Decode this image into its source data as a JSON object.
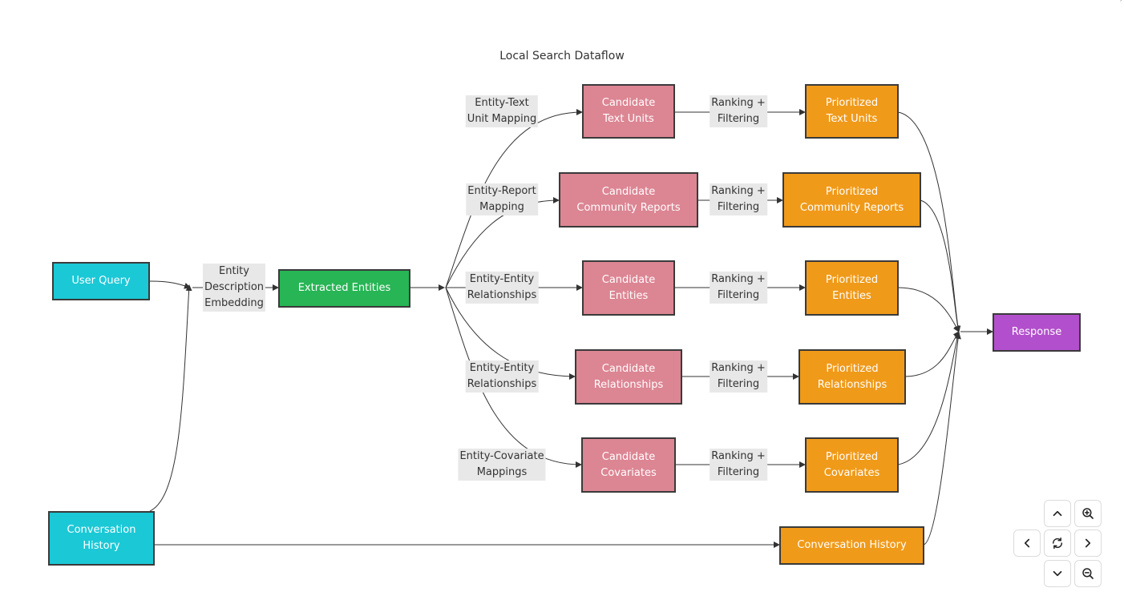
{
  "diagram": {
    "title": "Local Search Dataflow",
    "colors": {
      "input": "#1bc8d6",
      "entities": "#27b555",
      "candidate": "#dc8593",
      "prioritized": "#f09a19",
      "response": "#b24fcc",
      "edge": "#333333",
      "label_bg": "#e8e8e8"
    },
    "nodes": {
      "user_query": "User Query",
      "conversation_history_in": "Conversation\nHistory",
      "extracted_entities": "Extracted Entities",
      "candidate_text_units": "Candidate\nText Units",
      "candidate_community_reports": "Candidate\nCommunity Reports",
      "candidate_entities": "Candidate\nEntities",
      "candidate_relationships": "Candidate\nRelationships",
      "candidate_covariates": "Candidate\nCovariates",
      "prioritized_text_units": "Prioritized\nText Units",
      "prioritized_community_reports": "Prioritized\nCommunity Reports",
      "prioritized_entities": "Prioritized\nEntities",
      "prioritized_relationships": "Prioritized\nRelationships",
      "prioritized_covariates": "Prioritized\nCovariates",
      "conversation_history_out": "Conversation History",
      "response": "Response"
    },
    "edge_labels": {
      "entity_description_embedding": "Entity\nDescription\nEmbedding",
      "entity_text_unit_mapping": "Entity-Text\nUnit Mapping",
      "entity_report_mapping": "Entity-Report\nMapping",
      "entity_entity_relationships_1": "Entity-Entity\nRelationships",
      "entity_entity_relationships_2": "Entity-Entity\nRelationships",
      "entity_covariate_mappings": "Entity-Covariate\nMappings",
      "ranking_filtering": "Ranking +\nFiltering"
    }
  },
  "controls": {
    "pan_up": "chevron-up-icon",
    "zoom_in": "zoom-in-icon",
    "pan_left": "chevron-left-icon",
    "reset": "reset-icon",
    "pan_right": "chevron-right-icon",
    "pan_down": "chevron-down-icon",
    "zoom_out": "zoom-out-icon"
  }
}
